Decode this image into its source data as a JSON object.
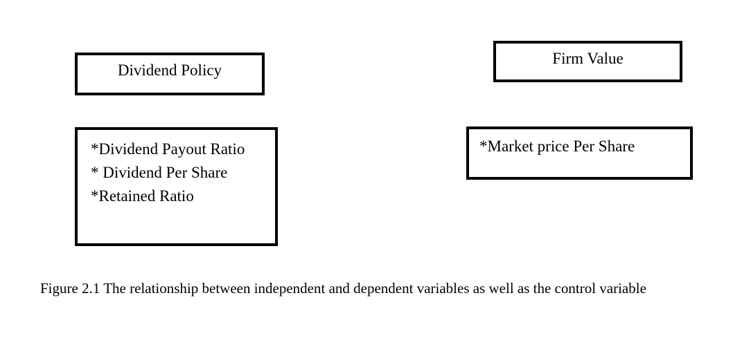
{
  "figure": {
    "boxes": [
      {
        "id": "dividend-policy",
        "label": "Dividend Policy",
        "role": "independent-variable-heading"
      },
      {
        "id": "firm-value",
        "label": "Firm Value",
        "role": "dependent-variable-heading"
      },
      {
        "id": "independent-vars",
        "label": "*Dividend Payout Ratio\n* Dividend Per Share\n*Retained Ratio",
        "role": "independent-variable-items"
      },
      {
        "id": "dependent-var",
        "label": "*Market price Per Share",
        "role": "dependent-variable-items"
      }
    ],
    "caption": "Figure 2.1 The relationship between independent and dependent variables as well as the control variable",
    "colors": {
      "background": "#ffffff",
      "border": "#000000",
      "text": "#000000"
    }
  }
}
